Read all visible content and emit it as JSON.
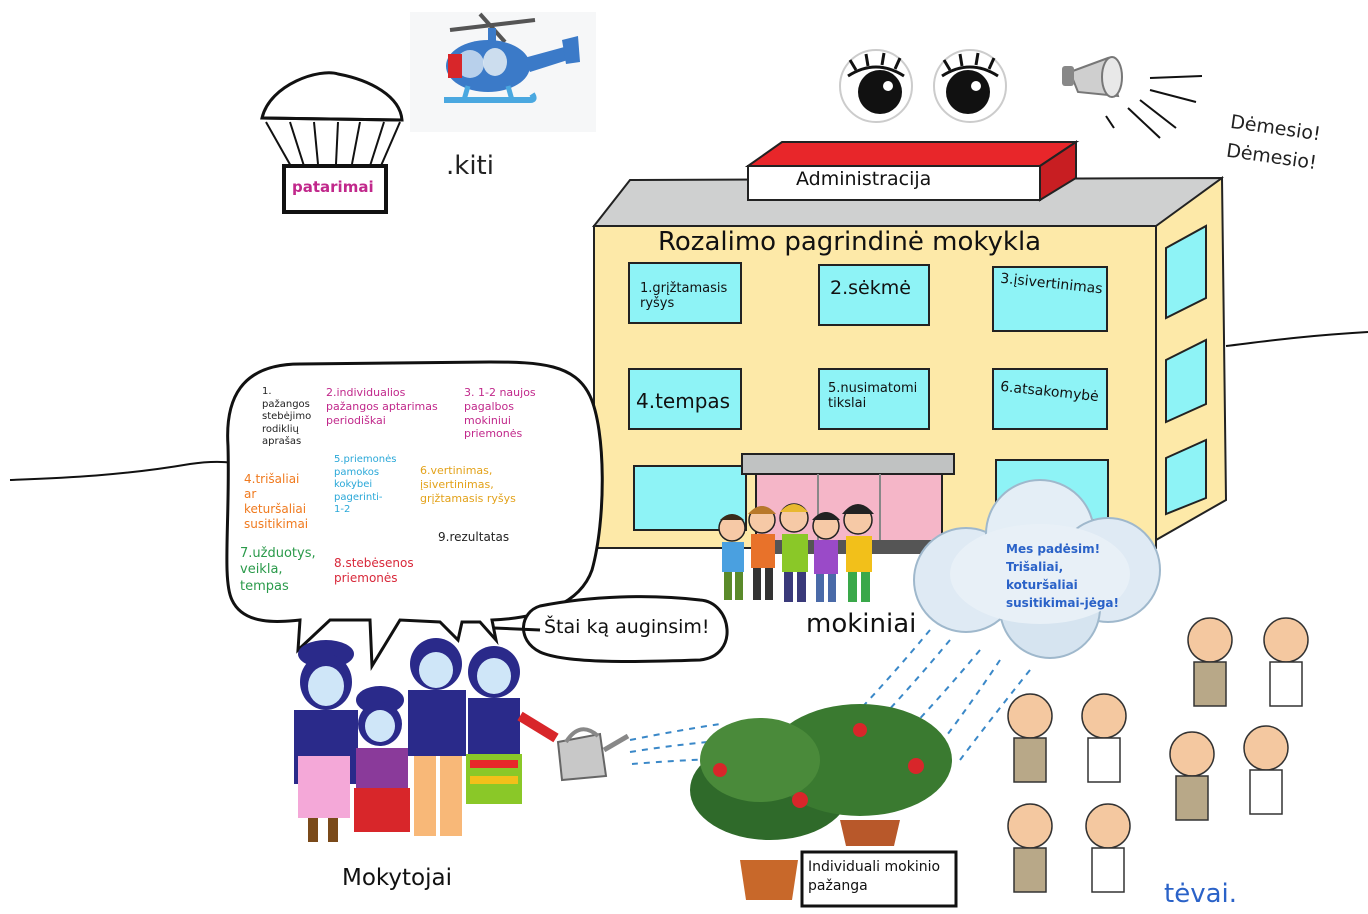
{
  "colors": {
    "building": "#fde9a8",
    "window": "#8ef3f6",
    "roof_sign": "#e8262a",
    "magenta": "#c1288b",
    "orange": "#f07a1e",
    "green": "#2a9a4a",
    "cyan": "#2aa8d8",
    "gold": "#e3a21a",
    "red": "#d8283a",
    "blue_text": "#2a62c8"
  },
  "labels": {
    "parachute": "patarimai",
    "kiti": ".kiti",
    "attention": "Dėmesio!\nDėmesio!",
    "administration": "Administracija",
    "school_name": "Rozalimo pagrindinė mokykla",
    "students": "mokiniai",
    "teachers": "Mokytojai",
    "parents": "tėvai.",
    "teacher_speech": "Štai ką auginsim!",
    "cloud": "Mes padėsim!\nTrišaliai,\nkoturšaliai\nsusitikimai-jėga!",
    "plant_sign": "Individuali mokinio\npažanga"
  },
  "windows": [
    "1.grįžtamasis\nryšys",
    "2.sėkmė",
    "3.įsivertinimas",
    "4.tempas",
    "5.nusimatomi\ntikslai",
    "6.atsakomybė"
  ],
  "bubble_items": [
    {
      "text": "1.\npažangos\nstebėjimo\nrodiklių\naprašas",
      "color": "#222222"
    },
    {
      "text": "2.individualios\npažangos aptarimas\nperiodiškai",
      "color": "#c1288b"
    },
    {
      "text": "3. 1-2 naujos\npagalbos\nmokiniui\npriemonės",
      "color": "#c1288b"
    },
    {
      "text": "4.trišaliai\nar\nketuršaliai\nsusitikimai",
      "color": "#f07a1e"
    },
    {
      "text": "5.priemonės\npamokos\nkokybei\npagerinti-\n1-2",
      "color": "#2aa8d8"
    },
    {
      "text": "6.vertinimas,\nįsivertinimas,\ngrįžtamasis ryšys",
      "color": "#e3a21a"
    },
    {
      "text": "7.užduotys,\nveikla,\ntempas",
      "color": "#2a9a4a"
    },
    {
      "text": "8.stebėsenos\npriemonės",
      "color": "#d8283a"
    },
    {
      "text": "9.rezultatas",
      "color": "#222222"
    }
  ]
}
